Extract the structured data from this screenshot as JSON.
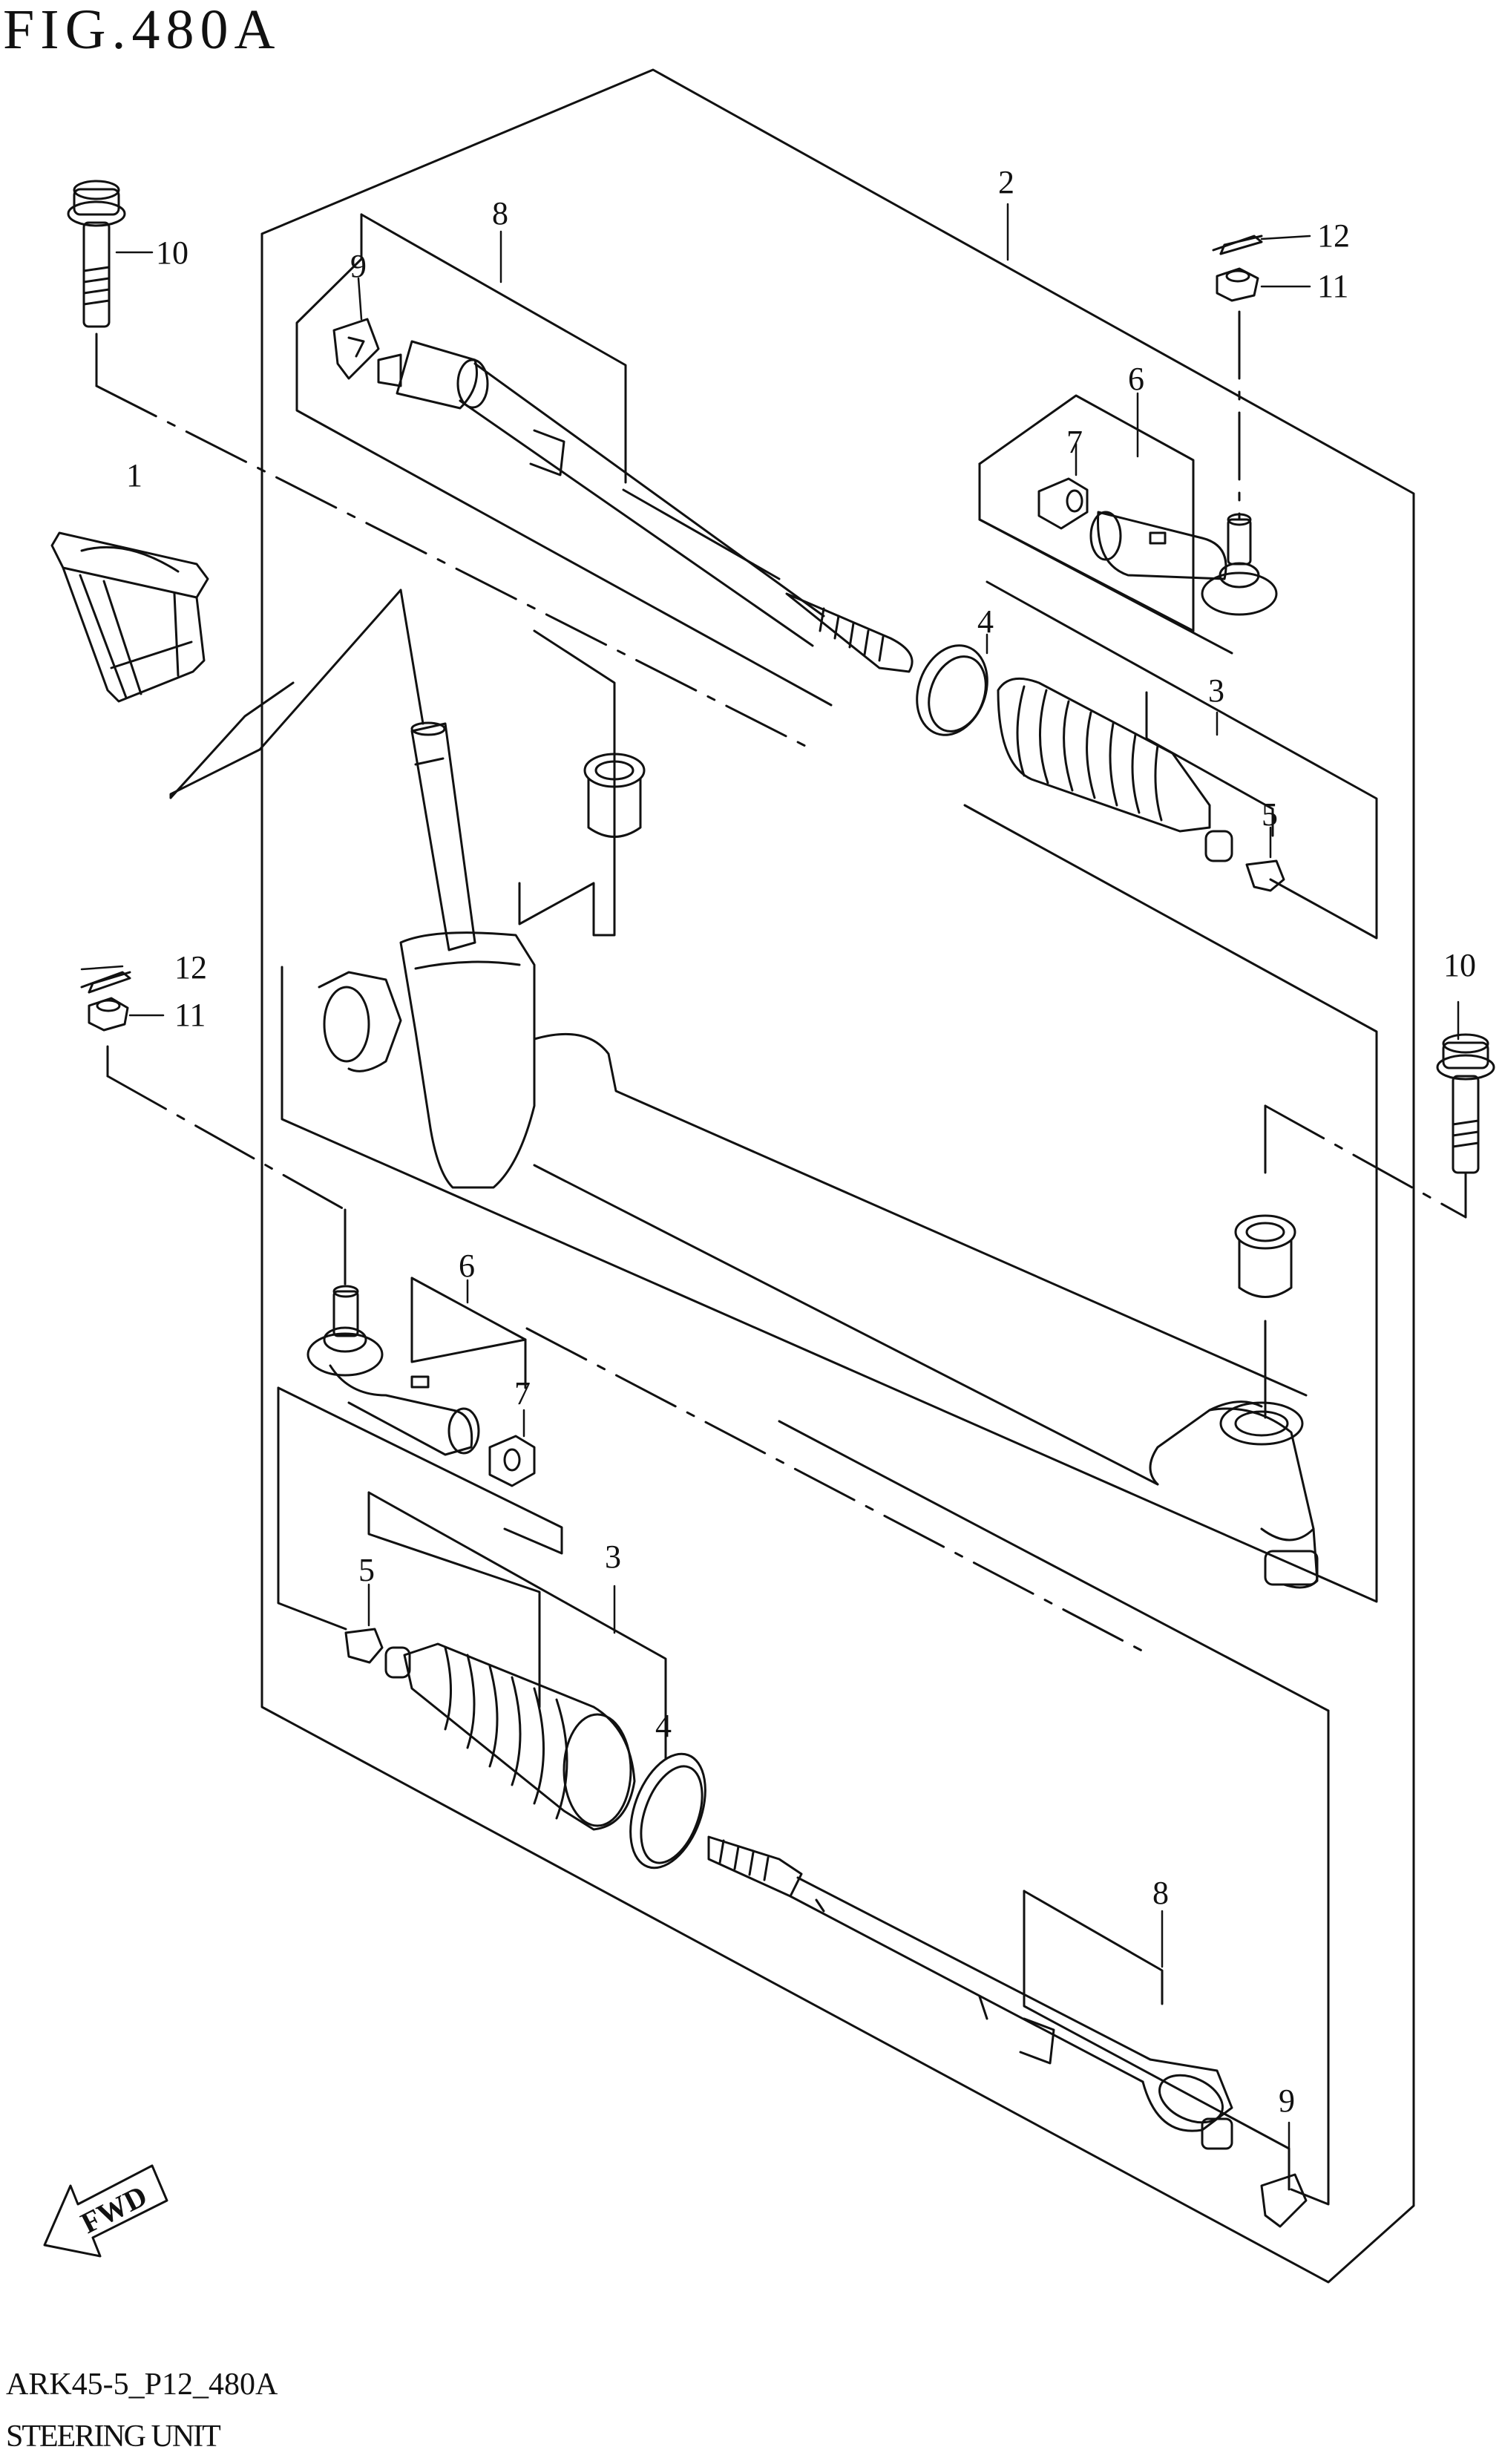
{
  "figure": {
    "title": "FIG.480A",
    "code": "ARK45-5_P12_480A",
    "name": "STEERING UNIT"
  },
  "direction_tag": "FWD",
  "callouts": [
    "1",
    "2",
    "3",
    "3",
    "4",
    "4",
    "5",
    "5",
    "6",
    "6",
    "7",
    "7",
    "8",
    "8",
    "9",
    "9",
    "10",
    "10",
    "11",
    "11",
    "12",
    "12"
  ],
  "colors": {
    "line": "#111111",
    "background": "#ffffff"
  }
}
